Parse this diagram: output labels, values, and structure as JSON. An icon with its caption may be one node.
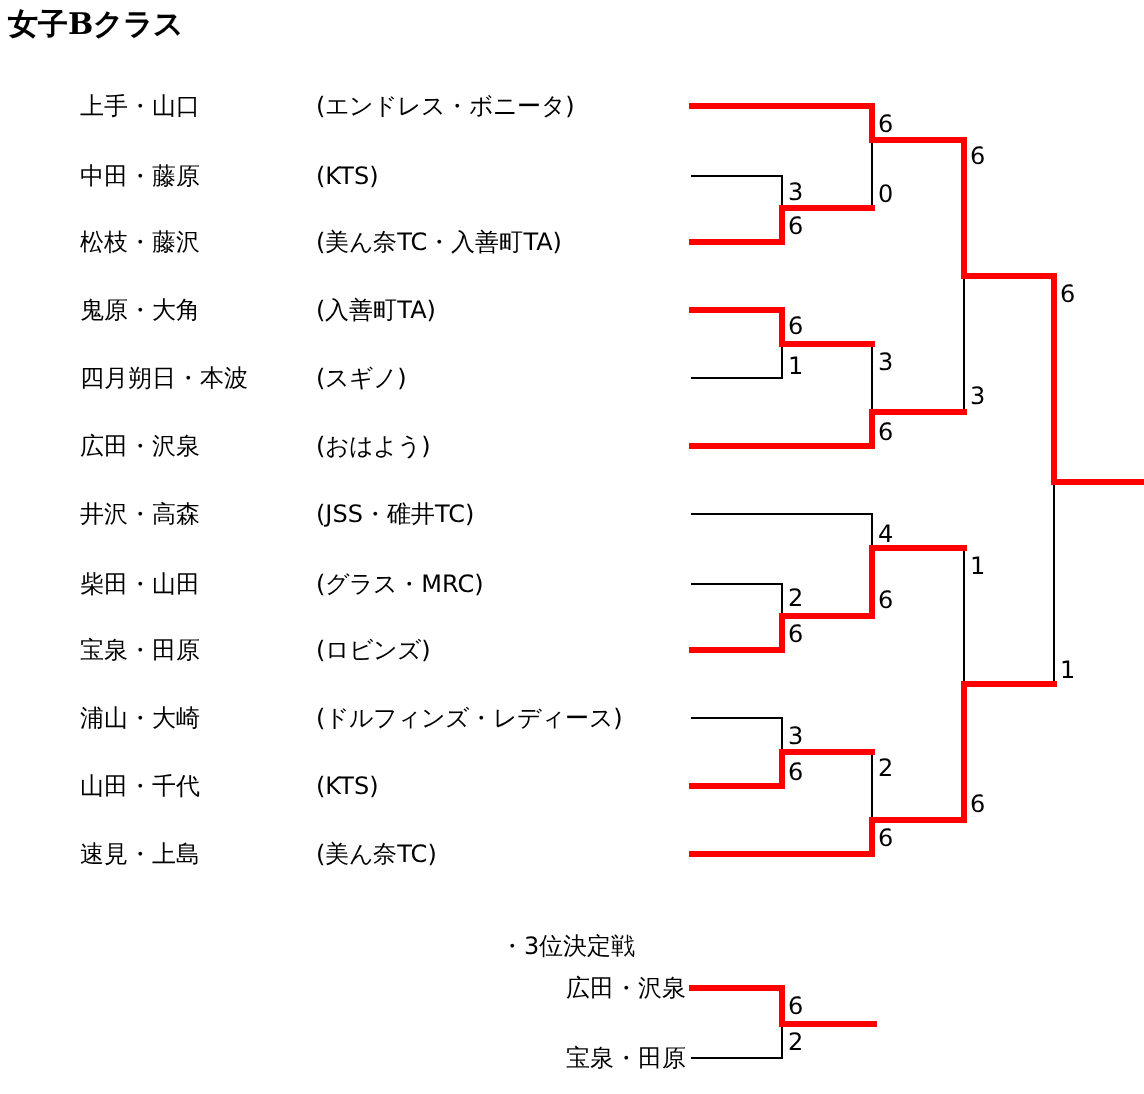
{
  "diagram": {
    "title": "女子Bクラス",
    "labels": [
      "上手・山口",
      "(エンドレス・ボニータ)",
      "中田・藤原",
      "(KTS)",
      "松枝・藤沢",
      "(美ん奈TC・入善町TA)",
      "鬼原・大角",
      "(入善町TA)",
      "四月朔日・本波",
      "(スギノ)",
      "広田・沢泉",
      "(おはよう)",
      "井沢・高森",
      "(JSS・碓井TC)",
      "柴田・山田",
      "(グラス・MRC)",
      "宝泉・田原",
      "(ロビンズ)",
      "浦山・大崎",
      "(ドルフィンズ・レディース)",
      "山田・千代",
      "(KTS)",
      "速見・上島",
      "(美ん奈TC)",
      "6",
      "6",
      "3",
      "0",
      "6",
      "6",
      "6",
      "1",
      "3",
      "3",
      "6",
      "4",
      "1",
      "2",
      "6",
      "6",
      "1",
      "3",
      "6",
      "2",
      "6",
      "6",
      "・3位決定戦",
      "広田・沢泉",
      "6",
      "宝泉・田原",
      "2"
    ]
  }
}
